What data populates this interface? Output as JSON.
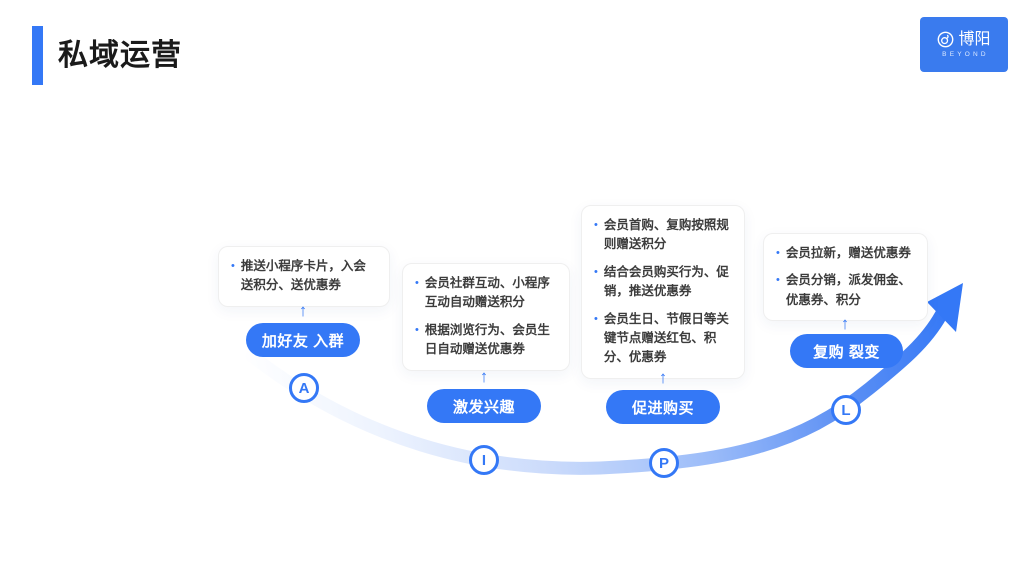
{
  "page": {
    "title": "私域运营"
  },
  "logo": {
    "name": "博阳",
    "subtitle": "BEYOND"
  },
  "colors": {
    "primary": "#3478F6",
    "curve_end": "#3478F6",
    "curve_start": "#FFFFFF"
  },
  "stages": [
    {
      "letter": "A",
      "button": "加好友 入群",
      "bullets": [
        "推送小程序卡片，入会送积分、送优惠券"
      ]
    },
    {
      "letter": "I",
      "button": "激发兴趣",
      "bullets": [
        "会员社群互动、小程序互动自动赠送积分",
        "根据浏览行为、会员生日自动赠送优惠券"
      ]
    },
    {
      "letter": "P",
      "button": "促进购买",
      "bullets": [
        "会员首购、复购按照规则赠送积分",
        "结合会员购买行为、促销，推送优惠券",
        "会员生日、节假日等关键节点赠送红包、积分、优惠券"
      ]
    },
    {
      "letter": "L",
      "button": "复购 裂变",
      "bullets": [
        "会员拉新，赠送优惠券",
        "会员分销，派发佣金、优惠券、积分"
      ]
    }
  ]
}
